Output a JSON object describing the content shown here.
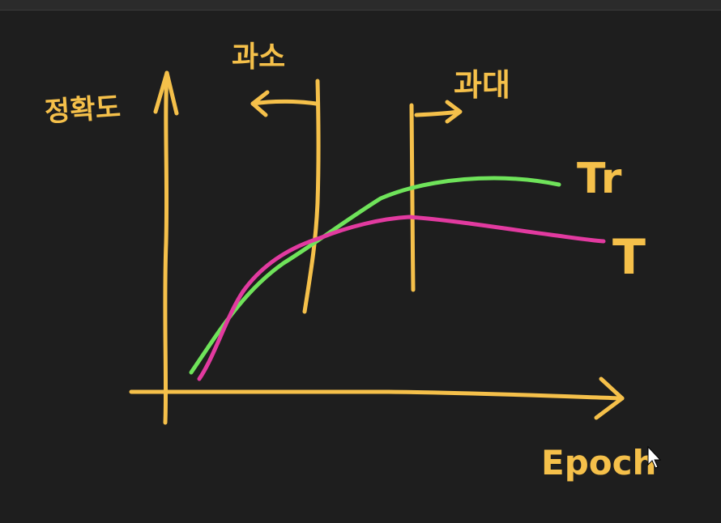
{
  "labels": {
    "y_axis": "정확도",
    "underfit": "과소",
    "overfit": "과대",
    "train_curve": "Tr",
    "test_curve": "T",
    "x_axis": "Epoch"
  },
  "colors": {
    "background": "#1e1e1e",
    "ink_yellow": "#f5c04a",
    "train_green": "#6fe35a",
    "test_magenta": "#e23aa0"
  }
}
